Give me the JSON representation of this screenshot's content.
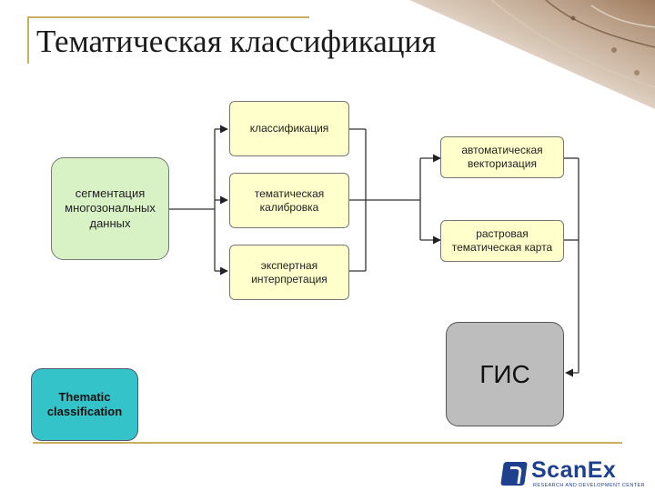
{
  "title": "Тематическая классификация",
  "nodes": {
    "classification": "классификация",
    "segmentation": "сегментация многозональных данных",
    "calibration": "тематическая калибровка",
    "expert": "экспертная интерпретация",
    "vectorization": "автоматическая векторизация",
    "raster_map": "растровая тематическая карта",
    "gis": "ГИС",
    "thematic": "Thematic classification"
  },
  "logo": {
    "name": "ScanEx",
    "tagline": "RESEARCH AND DEVELOPMENT CENTER"
  },
  "colors": {
    "process_box": "#ffffcc",
    "input_box": "#d8f2c6",
    "gis_box": "#bdbdbd",
    "label_box": "#33c3c8",
    "accent_line": "#c8b060",
    "logo_blue": "#1f3f8f"
  }
}
